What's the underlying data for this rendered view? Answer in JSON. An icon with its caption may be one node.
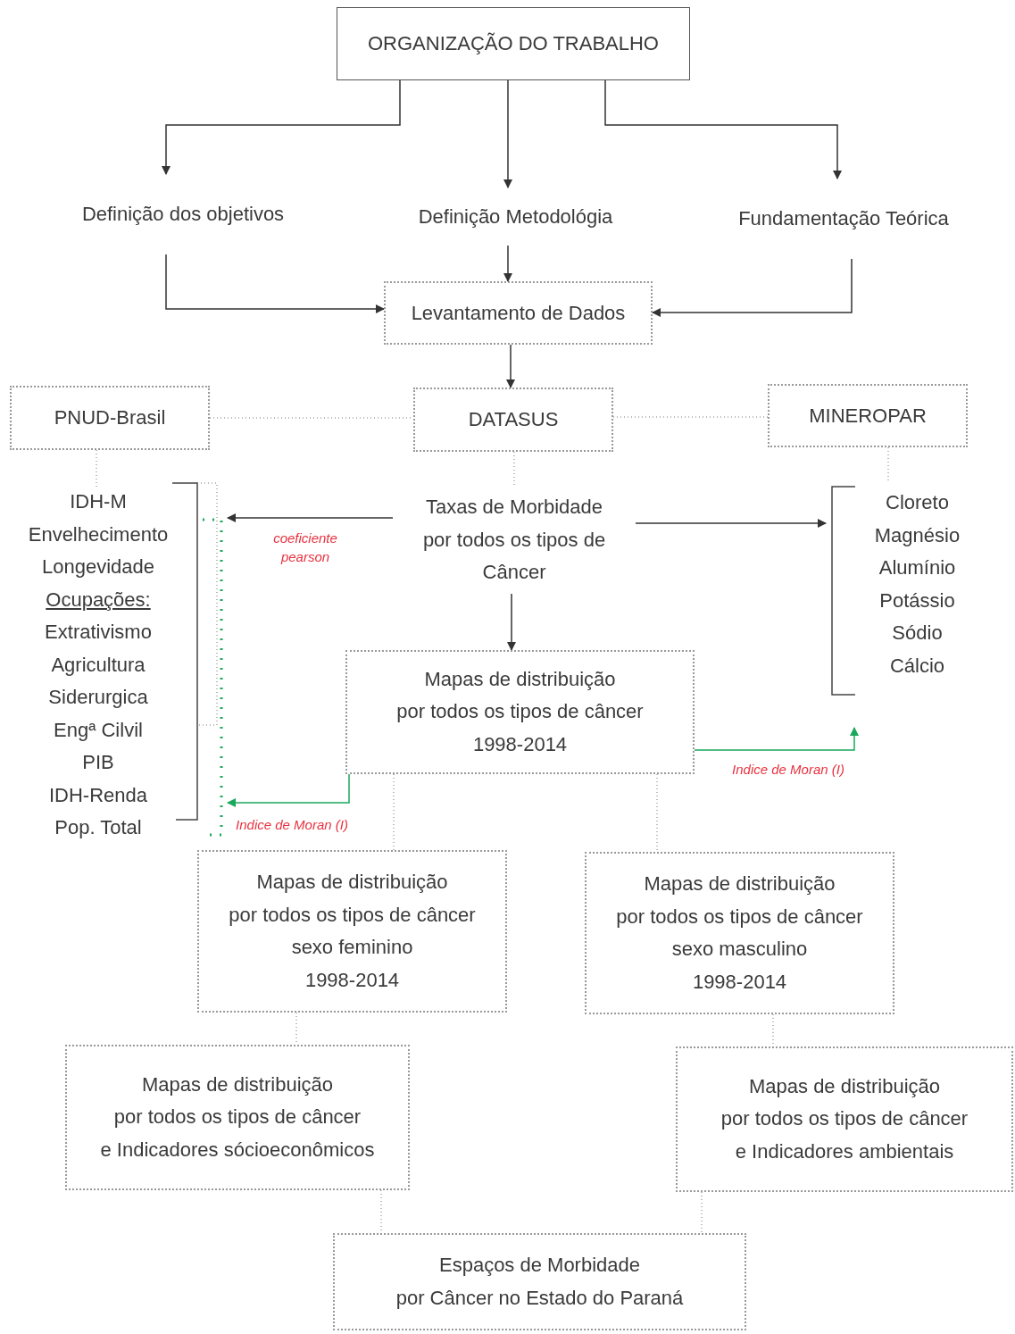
{
  "diagram": {
    "nodes": [
      {
        "text": [
          "ORGANIZAÇÃO DO TRABALHO"
        ]
      },
      {
        "text": [
          "Definição dos objetivos"
        ]
      },
      {
        "text": [
          "Definição Metodológia"
        ]
      },
      {
        "text": [
          "Fundamentação Teórica"
        ]
      },
      {
        "text": [
          "Levantamento de Dados"
        ]
      },
      {
        "text": [
          "PNUD-Brasil"
        ]
      },
      {
        "text": [
          "DATASUS"
        ]
      },
      {
        "text": [
          "MINEROPAR"
        ]
      },
      {
        "text": [
          "IDH-M",
          "Envelhecimento",
          "Longevidade",
          "Ocupações:",
          "Extrativismo",
          "Agricultura",
          "Siderurgica",
          "Engª Cilvil",
          "PIB",
          "IDH-Renda",
          "Pop. Total"
        ]
      },
      {
        "text": [
          "Taxas de Morbidade",
          "por todos os tipos de",
          "Câncer"
        ]
      },
      {
        "text": [
          "Cloreto",
          "Magnésio",
          "Alumínio",
          "Potássio",
          "Sódio",
          "Cálcio"
        ]
      },
      {
        "text": [
          "Mapas de distribuição",
          "por todos os tipos de câncer",
          "1998-2014"
        ]
      },
      {
        "text": [
          "Mapas de distribuição",
          "por todos os tipos de câncer",
          "sexo feminino",
          "1998-2014"
        ]
      },
      {
        "text": [
          "Mapas de distribuição",
          "por todos os tipos de câncer",
          "sexo masculino",
          "1998-2014"
        ]
      },
      {
        "text": [
          "Mapas de distribuição",
          "por todos os tipos de câncer",
          "e Indicadores sócioeconômicos"
        ]
      },
      {
        "text": [
          "Mapas de distribuição",
          "por todos os tipos de câncer",
          "e Indicadores ambientais"
        ]
      },
      {
        "text": [
          "Espaços de Morbidade",
          "por Câncer no Estado do Paraná"
        ]
      }
    ],
    "edges": [
      {
        "from": 0,
        "to": 1,
        "arrow": "to"
      },
      {
        "from": 0,
        "to": 2,
        "arrow": "to"
      },
      {
        "from": 0,
        "to": 3,
        "arrow": "to"
      },
      {
        "from": 2,
        "to": 4,
        "arrow": "to"
      },
      {
        "from": 1,
        "to": 4,
        "arrow": "to"
      },
      {
        "from": 3,
        "to": 4,
        "arrow": "to"
      },
      {
        "from": 4,
        "to": 6,
        "arrow": "to"
      },
      {
        "from": 5,
        "to": 6,
        "arrow": "none",
        "style": "dashed"
      },
      {
        "from": 6,
        "to": 7,
        "arrow": "none",
        "style": "dashed"
      },
      {
        "from": 5,
        "to": 8,
        "arrow": "none",
        "style": "dashed"
      },
      {
        "from": 6,
        "to": 9,
        "arrow": "none",
        "style": "dashed"
      },
      {
        "from": 7,
        "to": 10,
        "arrow": "none",
        "style": "dashed"
      },
      {
        "from": 9,
        "to": 8,
        "arrow": "to",
        "label": "coeficiente pearson"
      },
      {
        "from": 9,
        "to": 10,
        "arrow": "to"
      },
      {
        "from": 9,
        "to": 11,
        "arrow": "to"
      },
      {
        "from": 11,
        "to": 8,
        "arrow": "to",
        "color": "#1aa85c",
        "label": "Indice de Moran (I)"
      },
      {
        "from": 11,
        "to": 10,
        "arrow": "to",
        "color": "#1aa85c",
        "label": "Indice de Moran (I)"
      },
      {
        "from": 11,
        "to": 12,
        "arrow": "none",
        "style": "dashed"
      },
      {
        "from": 11,
        "to": 13,
        "arrow": "none",
        "style": "dashed"
      },
      {
        "from": 12,
        "to": 14,
        "arrow": "none",
        "style": "dashed"
      },
      {
        "from": 13,
        "to": 15,
        "arrow": "none",
        "style": "dashed"
      },
      {
        "from": 14,
        "to": 16,
        "arrow": "none",
        "style": "dashed"
      },
      {
        "from": 15,
        "to": 16,
        "arrow": "none",
        "style": "dashed"
      }
    ]
  }
}
